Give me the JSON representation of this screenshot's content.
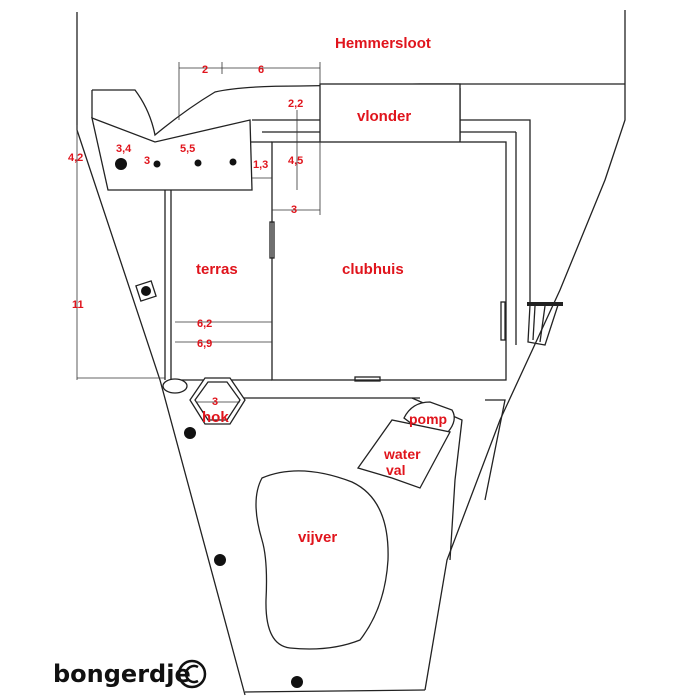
{
  "labels": {
    "water_body": "Hemmersloot",
    "deck": "vlonder",
    "terrace": "terras",
    "clubhouse": "clubhuis",
    "shed": "hok",
    "pump": "pomp",
    "waterfall_line1": "water",
    "waterfall_line2": "val",
    "pond": "vijver"
  },
  "dimensions": {
    "d_2": "2",
    "d_6": "6",
    "d_2_2": "2,2",
    "d_3_4": "3,4",
    "d_4_2": "4,2",
    "d_3_small": "3",
    "d_5_5": "5,5",
    "d_1_3": "1,3",
    "d_4_5": "4,5",
    "d_3_mid": "3",
    "d_11": "11",
    "d_6_2": "6,2",
    "d_6_9": "6,9",
    "d_3_shed": "3"
  },
  "watermark": {
    "text": "bongerdje",
    "symbol": "©"
  },
  "colors": {
    "label_red": "#e0141c",
    "line": "#222222"
  }
}
